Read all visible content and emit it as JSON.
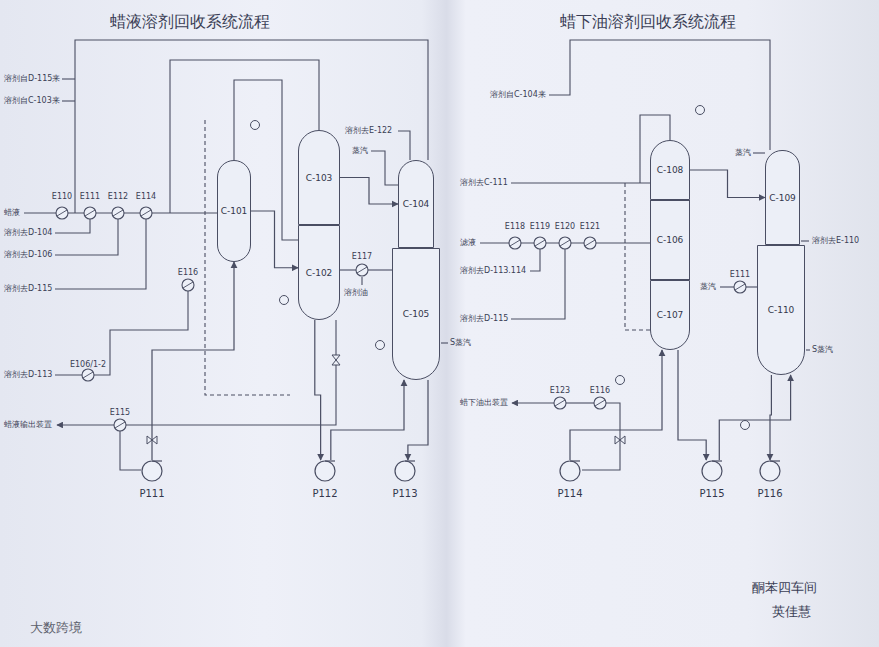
{
  "diagram": {
    "nodes": [
      {
        "text": [
          "C-101"
        ]
      },
      {
        "text": [
          "C-103"
        ]
      },
      {
        "text": [
          "C-102"
        ]
      },
      {
        "text": [
          "C-104"
        ]
      },
      {
        "text": [
          "C-105"
        ]
      },
      {
        "text": [
          "P111"
        ]
      },
      {
        "text": [
          "P112"
        ]
      },
      {
        "text": [
          "P113"
        ]
      },
      {
        "text": [
          "C-108"
        ]
      },
      {
        "text": [
          "C-106"
        ]
      },
      {
        "text": [
          "C-107"
        ]
      },
      {
        "text": [
          "C-109"
        ]
      },
      {
        "text": [
          "C-110"
        ]
      },
      {
        "text": [
          "P114"
        ]
      },
      {
        "text": [
          "P115"
        ]
      },
      {
        "text": [
          "P116"
        ]
      }
    ],
    "edges": [
      {
        "from": 0,
        "to": 2,
        "arrow": "to"
      },
      {
        "from": 1,
        "to": 3,
        "arrow": "to"
      },
      {
        "from": 2,
        "to": 6,
        "arrow": "to"
      },
      {
        "from": 6,
        "to": 4,
        "arrow": "to"
      },
      {
        "from": 4,
        "to": 7,
        "arrow": "to"
      },
      {
        "from": 5,
        "to": 0,
        "arrow": "to"
      },
      {
        "from": 8,
        "to": 11,
        "arrow": "to"
      },
      {
        "from": 10,
        "to": 14,
        "arrow": "to"
      },
      {
        "from": 14,
        "to": 12,
        "arrow": "to"
      },
      {
        "from": 12,
        "to": 15,
        "arrow": "to"
      },
      {
        "from": 13,
        "to": 10,
        "arrow": "to"
      }
    ],
    "labels": [
      "蜡液溶剂回收系统流程",
      "溶剂自D-115来",
      "溶剂自C-103来",
      "E110",
      "E111",
      "E112",
      "E114",
      "蜡液",
      "溶剂去D-104",
      "溶剂去D-106",
      "E116",
      "溶剂去D-115",
      "溶剂去E-122",
      "蒸汽",
      "E117",
      "溶剂油",
      "S蒸汽",
      "E106/1-2",
      "溶剂去D-113",
      "E115",
      "蜡液输出装置",
      "蜡下油溶剂回收系统流程",
      "溶剂自C-104来",
      "溶剂去C-111",
      "蒸汽",
      "E118",
      "E119",
      "E120",
      "E121",
      "滤液",
      "溶剂去E-110",
      "溶剂去D-113.114",
      "蒸汽",
      "E111",
      "溶剂去D-115",
      "S蒸汽",
      "E123",
      "E116",
      "蜡下油出装置",
      "酮苯四车间",
      "英佳慧",
      "大数跨境"
    ]
  }
}
